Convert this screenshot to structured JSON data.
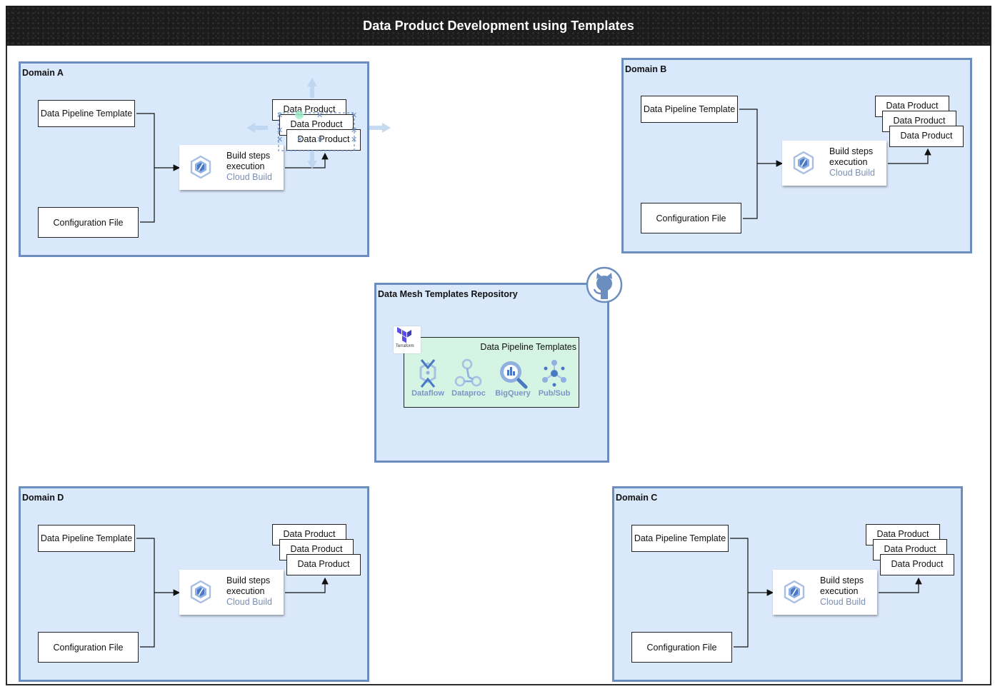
{
  "title": "Data Product Development using Templates",
  "colors": {
    "domain_fill": "#dae8fb",
    "domain_border": "#6c8ebf",
    "template_fill": "#d5f4e3",
    "subtitle": "#7b8fb5",
    "icon_blue": "#7b95c8"
  },
  "domains": {
    "a": {
      "label": "Domain A",
      "pipeline_template": "Data Pipeline Template",
      "config_file": "Configuration File",
      "build_line1": "Build steps",
      "build_line2": "execution",
      "build_service": "Cloud Build",
      "products": [
        "Data Product",
        "Data Product",
        "Data Product"
      ],
      "icon": "cloud-build-icon"
    },
    "b": {
      "label": "Domain B",
      "pipeline_template": "Data Pipeline Template",
      "config_file": "Configuration File",
      "build_line1": "Build steps",
      "build_line2": "execution",
      "build_service": "Cloud Build",
      "products": [
        "Data Product",
        "Data Product",
        "Data Product"
      ],
      "icon": "cloud-build-icon"
    },
    "c": {
      "label": "Domain C",
      "pipeline_template": "Data Pipeline Template",
      "config_file": "Configuration File",
      "build_line1": "Build steps",
      "build_line2": "execution",
      "build_service": "Cloud Build",
      "products": [
        "Data Product",
        "Data Product",
        "Data Product"
      ],
      "icon": "cloud-build-icon"
    },
    "d": {
      "label": "Domain D",
      "pipeline_template": "Data Pipeline Template",
      "config_file": "Configuration File",
      "build_line1": "Build steps",
      "build_line2": "execution",
      "build_service": "Cloud Build",
      "products": [
        "Data Product",
        "Data Product",
        "Data Product"
      ],
      "icon": "cloud-build-icon"
    }
  },
  "repository": {
    "label": "Data Mesh Templates Repository",
    "templates_label": "Data Pipeline Templates",
    "terraform_label": "Terraform",
    "icon": "github-icon",
    "services": [
      {
        "name": "Dataflow",
        "icon": "dataflow-icon"
      },
      {
        "name": "Dataproc",
        "icon": "dataproc-icon"
      },
      {
        "name": "BigQuery",
        "icon": "bigquery-icon"
      },
      {
        "name": "Pub/Sub",
        "icon": "pubsub-icon"
      }
    ]
  }
}
